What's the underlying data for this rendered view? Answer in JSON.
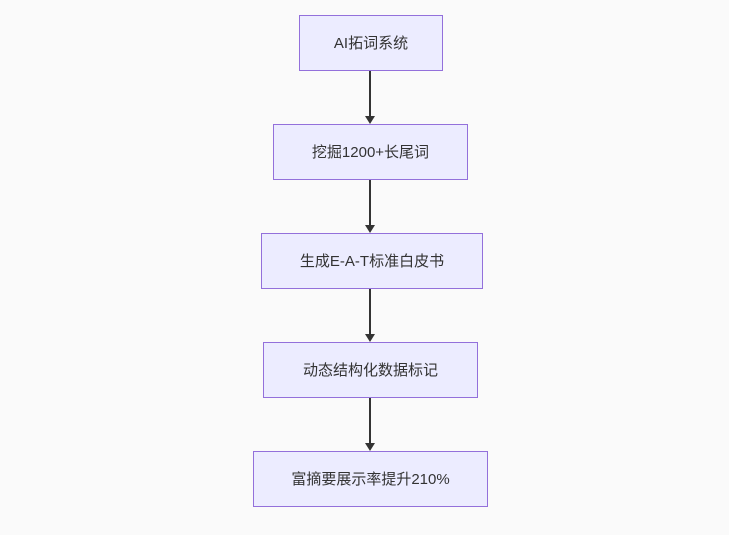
{
  "diagram": {
    "type": "flowchart",
    "direction": "top-down",
    "nodes": [
      {
        "id": "A",
        "label": "AI拓词系统"
      },
      {
        "id": "B",
        "label": "挖掘1200+长尾词"
      },
      {
        "id": "C",
        "label": "生成E-A-T标准白皮书"
      },
      {
        "id": "D",
        "label": "动态结构化数据标记"
      },
      {
        "id": "E",
        "label": "富摘要展示率提升210%"
      }
    ],
    "edges": [
      {
        "from": "A",
        "to": "B",
        "arrowhead": "filled-triangle-down"
      },
      {
        "from": "B",
        "to": "C",
        "arrowhead": "filled-triangle-down"
      },
      {
        "from": "C",
        "to": "D",
        "arrowhead": "filled-triangle-down"
      },
      {
        "from": "D",
        "to": "E",
        "arrowhead": "filled-triangle-down"
      }
    ],
    "colors": {
      "node_fill": "#ececff",
      "node_border": "#9370db",
      "arrow": "#333333",
      "text": "#333333",
      "background": "#fafafa"
    }
  }
}
